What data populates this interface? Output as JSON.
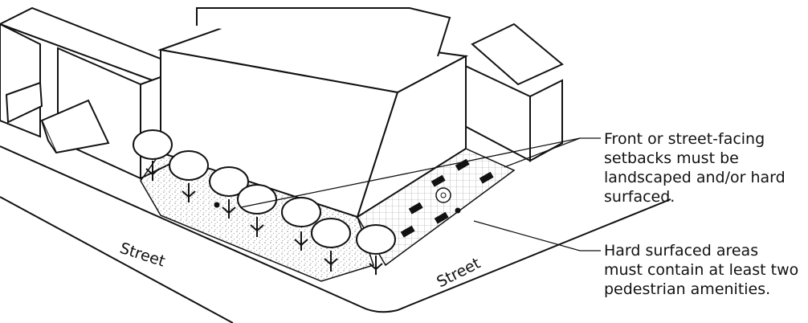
{
  "labels": {
    "street_left": "Street",
    "street_right": "Street"
  },
  "callouts": {
    "setbacks": {
      "lines": [
        "Front or street-facing",
        "setbacks must be",
        "landscaped and/or hard",
        "surfaced."
      ]
    },
    "amenities": {
      "lines": [
        "Hard surfaced areas",
        "must contain at least two",
        "pedestrian amenities."
      ]
    }
  },
  "colors": {
    "ink": "#111111",
    "paper": "#ffffff",
    "stipple": "#555555",
    "paving": "#888888"
  }
}
